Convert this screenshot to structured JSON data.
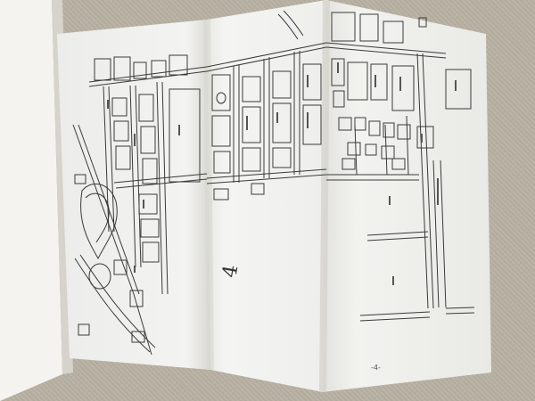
{
  "photo": {
    "subject": "open-booklet-with-street-map",
    "colors": {
      "table_surface": "#b8b1a3",
      "paper": "#f1f0ec",
      "paper_shadow": "#d9d8d2",
      "ink": "#3a3a3a"
    }
  },
  "booklet": {
    "page_number": "-4-",
    "map_numeral": "4"
  }
}
